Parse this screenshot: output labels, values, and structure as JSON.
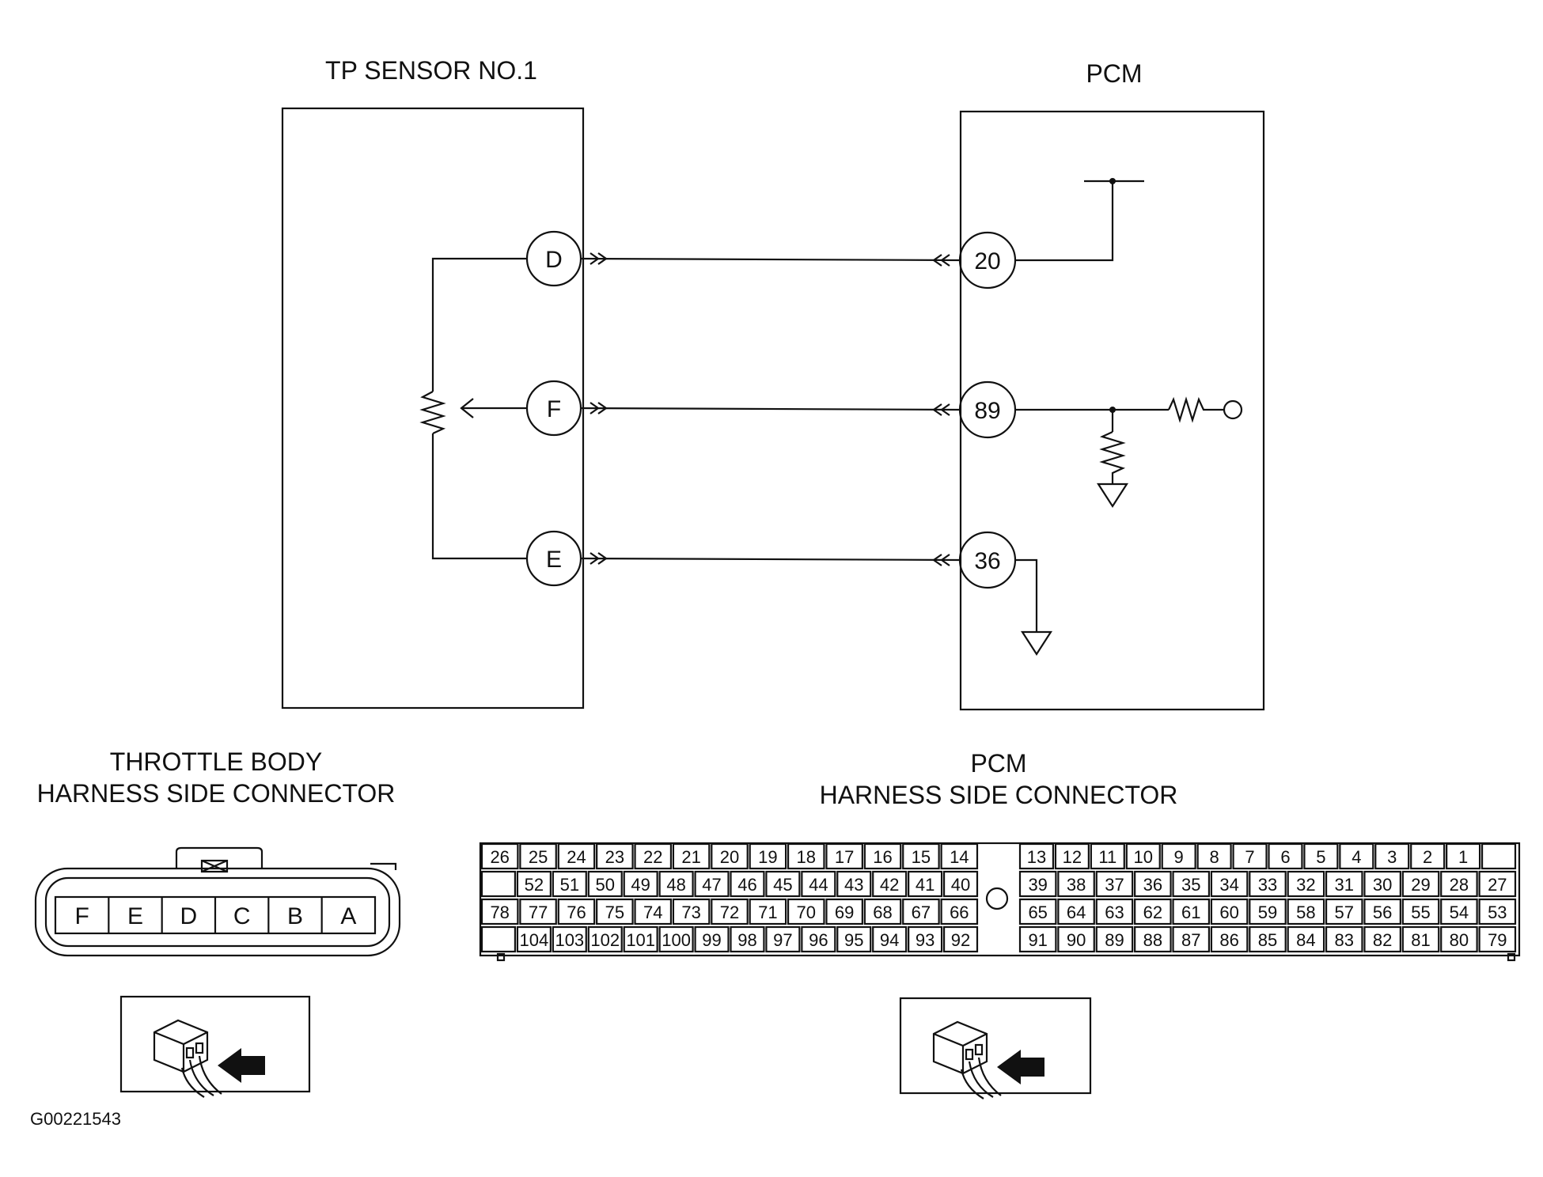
{
  "sensor": {
    "title": "TP SENSOR NO.1",
    "pins": [
      "D",
      "F",
      "E"
    ]
  },
  "pcm": {
    "title": "PCM",
    "pins": [
      "20",
      "89",
      "36"
    ]
  },
  "throttle_connector": {
    "title_line1": "THROTTLE BODY",
    "title_line2": "HARNESS SIDE CONNECTOR",
    "pins": [
      "F",
      "E",
      "D",
      "C",
      "B",
      "A"
    ]
  },
  "pcm_connector": {
    "title_line1": "PCM",
    "title_line2": "HARNESS SIDE CONNECTOR",
    "rows": [
      {
        "left": [
          "26",
          "25",
          "24",
          "23",
          "22",
          "21",
          "20",
          "19",
          "18",
          "17",
          "16",
          "15",
          "14"
        ],
        "right": [
          "13",
          "12",
          "11",
          "10",
          "9",
          "8",
          "7",
          "6",
          "5",
          "4",
          "3",
          "2",
          "1",
          ""
        ]
      },
      {
        "left": [
          "",
          "52",
          "51",
          "50",
          "49",
          "48",
          "47",
          "46",
          "45",
          "44",
          "43",
          "42",
          "41",
          "40"
        ],
        "right": [
          "39",
          "38",
          "37",
          "36",
          "35",
          "34",
          "33",
          "32",
          "31",
          "30",
          "29",
          "28",
          "27"
        ]
      },
      {
        "left": [
          "78",
          "77",
          "76",
          "75",
          "74",
          "73",
          "72",
          "71",
          "70",
          "69",
          "68",
          "67",
          "66"
        ],
        "right": [
          "65",
          "64",
          "63",
          "62",
          "61",
          "60",
          "59",
          "58",
          "57",
          "56",
          "55",
          "54",
          "53"
        ]
      },
      {
        "left": [
          "",
          "104",
          "103",
          "102",
          "101",
          "100",
          "99",
          "98",
          "97",
          "96",
          "95",
          "94",
          "93",
          "92"
        ],
        "right": [
          "91",
          "90",
          "89",
          "88",
          "87",
          "86",
          "85",
          "84",
          "83",
          "82",
          "81",
          "80",
          "79"
        ]
      }
    ]
  },
  "figure_code": "G00221543",
  "icons": [
    "connector-view-icon",
    "resistor-icon",
    "ground-icon",
    "arrow-icon"
  ]
}
